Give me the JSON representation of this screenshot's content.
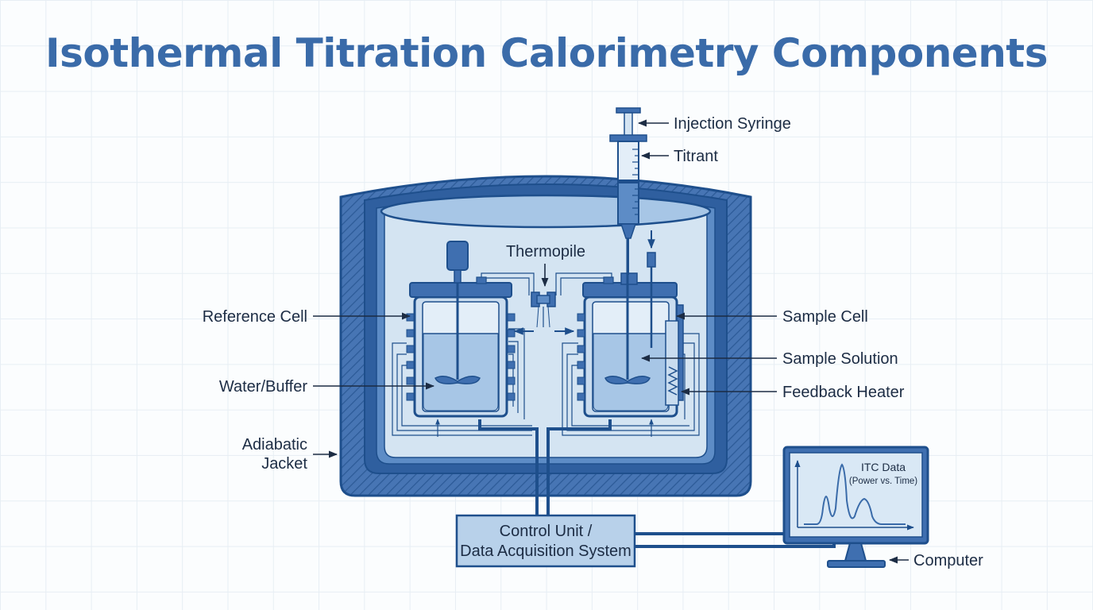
{
  "title": "Isothermal Titration Calorimetry Components",
  "labels": {
    "injection_syringe": "Injection Syringe",
    "titrant": "Titrant",
    "thermopile": "Thermopile",
    "reference_cell": "Reference Cell",
    "water_buffer": "Water/Buffer",
    "adiabatic_jacket_line1": "Adiabatic",
    "adiabatic_jacket_line2": "Jacket",
    "sample_cell": "Sample Cell",
    "sample_solution": "Sample Solution",
    "feedback_heater": "Feedback Heater",
    "control_unit_line1": "Control Unit /",
    "control_unit_line2": "Data Acquisition System",
    "computer": "Computer"
  },
  "monitor": {
    "title": "ITC Data",
    "subtitle": "(Power vs. Time)"
  },
  "colors": {
    "title": "#3a6ba9",
    "outline": "#1e4f8c",
    "jacket_fill": "#3f6fb0",
    "inner_fill": "#d4e4f2",
    "liquid_fill": "#a7c6e6",
    "label_text": "#1c2c44"
  }
}
